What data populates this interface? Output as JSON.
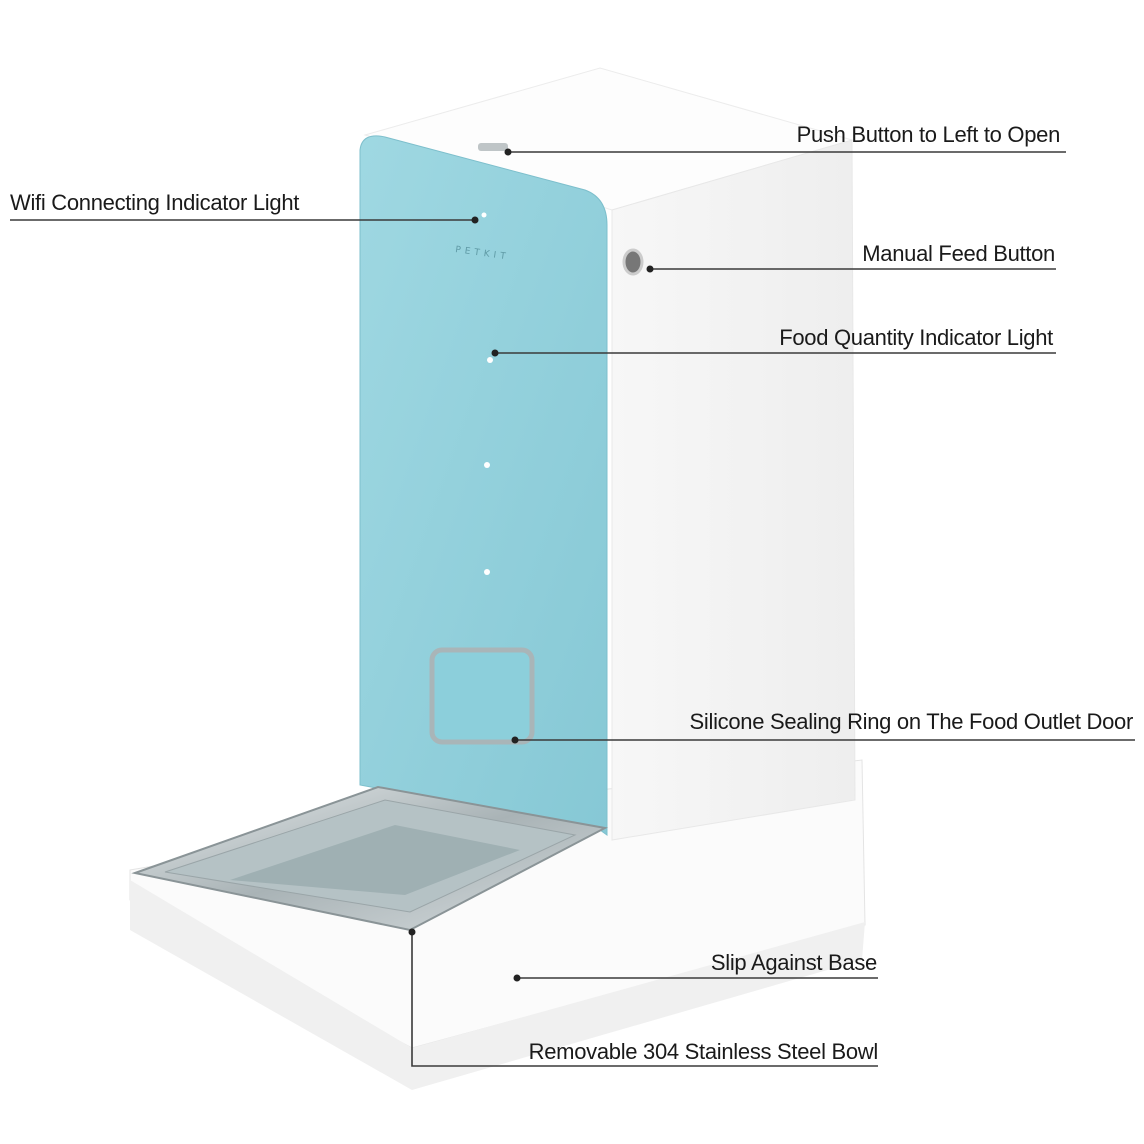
{
  "title": "Automatic Pet Feeder Features",
  "brand_mark": "PETKIT",
  "colors": {
    "panel": "#8fd0dc",
    "body": "#ffffff",
    "callout_line": "#3a3a3a"
  },
  "callouts": [
    {
      "label": "Push Button to Left to Open"
    },
    {
      "label": "Wifi Connecting Indicator Light"
    },
    {
      "label": "Manual Feed Button"
    },
    {
      "label": "Food Quantity Indicator Light"
    },
    {
      "label": "Silicone Sealing Ring on The Food Outlet Door"
    },
    {
      "label": "Slip Against Base"
    },
    {
      "label": "Removable 304 Stainless Steel Bowl"
    }
  ]
}
